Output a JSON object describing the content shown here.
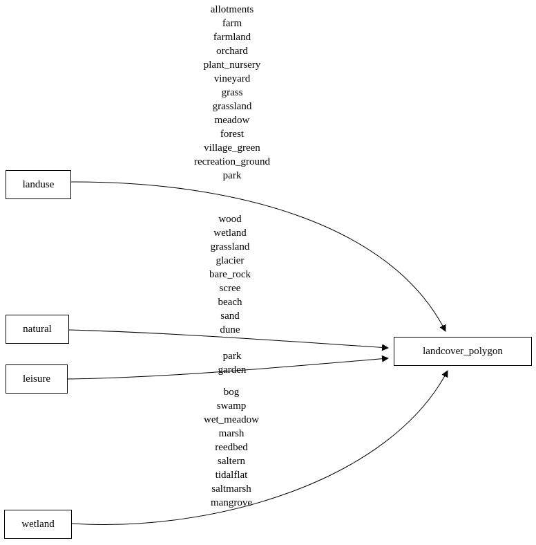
{
  "diagram": {
    "title": "landcover_polygon mapping diagram",
    "nodes": {
      "landuse": {
        "label": "landuse"
      },
      "natural": {
        "label": "natural"
      },
      "leisure": {
        "label": "leisure"
      },
      "wetland": {
        "label": "wetland"
      },
      "landcover_polygon": {
        "label": "landcover_polygon"
      }
    },
    "edges": [
      {
        "from": "landuse",
        "to": "landcover_polygon",
        "values": [
          "allotments",
          "farm",
          "farmland",
          "orchard",
          "plant_nursery",
          "vineyard",
          "grass",
          "grassland",
          "meadow",
          "forest",
          "village_green",
          "recreation_ground",
          "park"
        ]
      },
      {
        "from": "natural",
        "to": "landcover_polygon",
        "values": [
          "wood",
          "wetland",
          "grassland",
          "glacier",
          "bare_rock",
          "scree",
          "beach",
          "sand",
          "dune"
        ]
      },
      {
        "from": "leisure",
        "to": "landcover_polygon",
        "values": [
          "park",
          "garden"
        ]
      },
      {
        "from": "wetland",
        "to": "landcover_polygon",
        "values": [
          "bog",
          "swamp",
          "wet_meadow",
          "marsh",
          "reedbed",
          "saltern",
          "tidalflat",
          "saltmarsh",
          "mangrove"
        ]
      }
    ],
    "colors": {
      "stroke": "#000000",
      "background": "#ffffff",
      "text": "#000000"
    }
  }
}
